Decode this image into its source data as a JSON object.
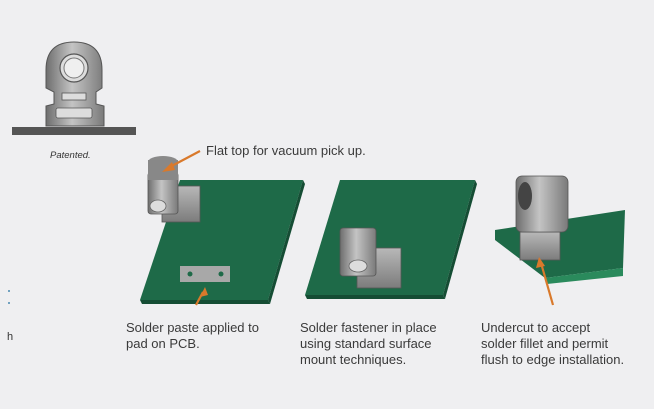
{
  "side_view": {
    "label": "Patented."
  },
  "callouts": {
    "top": "Flat top for vacuum pick up."
  },
  "steps": [
    {
      "lines": [
        "Solder paste applied to",
        "pad on PCB."
      ]
    },
    {
      "lines": [
        "Solder fastener in place",
        "using standard surface",
        "mount techniques."
      ]
    },
    {
      "lines": [
        "Undercut to accept",
        "solder fillet and permit",
        "flush to edge installation."
      ]
    }
  ],
  "edge_fragment": {
    "text": "h"
  },
  "colors": {
    "background": "#efeff1",
    "pcb_green": "#1e6a48",
    "pcb_edge": "#154d34",
    "arrow_orange": "#d9792b",
    "metal_gray": "#9a9a9a"
  }
}
